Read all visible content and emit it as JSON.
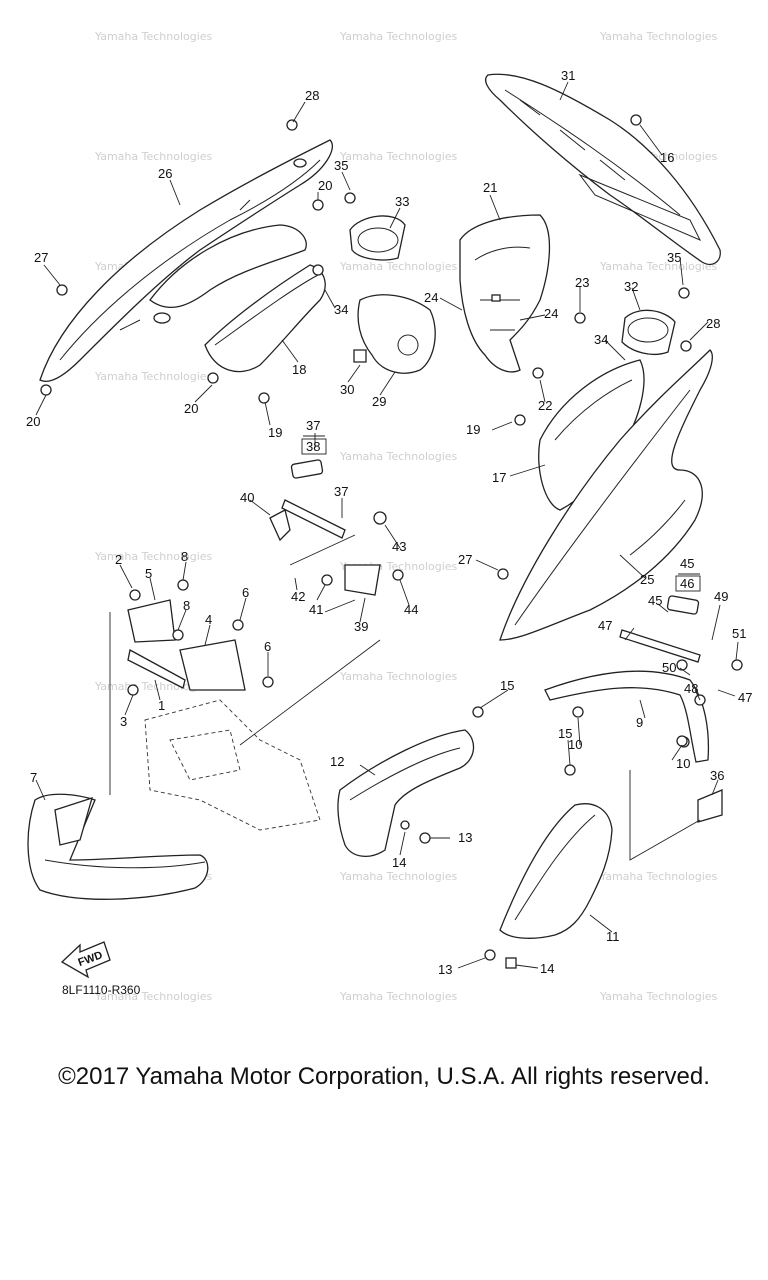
{
  "diagram": {
    "code": "8LF1110-R360",
    "fwd_label": "FWD",
    "watermark": "Yamaha Technologies",
    "callouts": [
      {
        "id": "c1",
        "label": "1"
      },
      {
        "id": "c2",
        "label": "2"
      },
      {
        "id": "c3",
        "label": "3"
      },
      {
        "id": "c4",
        "label": "4"
      },
      {
        "id": "c5",
        "label": "5"
      },
      {
        "id": "c6a",
        "label": "6"
      },
      {
        "id": "c6b",
        "label": "6"
      },
      {
        "id": "c7",
        "label": "7"
      },
      {
        "id": "c8a",
        "label": "8"
      },
      {
        "id": "c8b",
        "label": "8"
      },
      {
        "id": "c9",
        "label": "9"
      },
      {
        "id": "c10a",
        "label": "10"
      },
      {
        "id": "c10b",
        "label": "10"
      },
      {
        "id": "c11",
        "label": "11"
      },
      {
        "id": "c12",
        "label": "12"
      },
      {
        "id": "c13a",
        "label": "13"
      },
      {
        "id": "c13b",
        "label": "13"
      },
      {
        "id": "c14a",
        "label": "14"
      },
      {
        "id": "c14b",
        "label": "14"
      },
      {
        "id": "c15a",
        "label": "15"
      },
      {
        "id": "c15b",
        "label": "15"
      },
      {
        "id": "c16",
        "label": "16"
      },
      {
        "id": "c17",
        "label": "17"
      },
      {
        "id": "c18",
        "label": "18"
      },
      {
        "id": "c19a",
        "label": "19"
      },
      {
        "id": "c19b",
        "label": "19"
      },
      {
        "id": "c20a",
        "label": "20"
      },
      {
        "id": "c20b",
        "label": "20"
      },
      {
        "id": "c20c",
        "label": "20"
      },
      {
        "id": "c21",
        "label": "21"
      },
      {
        "id": "c22",
        "label": "22"
      },
      {
        "id": "c23",
        "label": "23"
      },
      {
        "id": "c24a",
        "label": "24"
      },
      {
        "id": "c24b",
        "label": "24"
      },
      {
        "id": "c25",
        "label": "25"
      },
      {
        "id": "c26",
        "label": "26"
      },
      {
        "id": "c27a",
        "label": "27"
      },
      {
        "id": "c27b",
        "label": "27"
      },
      {
        "id": "c28a",
        "label": "28"
      },
      {
        "id": "c28b",
        "label": "28"
      },
      {
        "id": "c29",
        "label": "29"
      },
      {
        "id": "c30",
        "label": "30"
      },
      {
        "id": "c31",
        "label": "31"
      },
      {
        "id": "c32",
        "label": "32"
      },
      {
        "id": "c33",
        "label": "33"
      },
      {
        "id": "c34a",
        "label": "34"
      },
      {
        "id": "c34b",
        "label": "34"
      },
      {
        "id": "c35a",
        "label": "35"
      },
      {
        "id": "c35b",
        "label": "35"
      },
      {
        "id": "c36",
        "label": "36"
      },
      {
        "id": "c37a",
        "label": "37"
      },
      {
        "id": "c37b",
        "label": "37"
      },
      {
        "id": "c38",
        "label": "38"
      },
      {
        "id": "c39",
        "label": "39"
      },
      {
        "id": "c40",
        "label": "40"
      },
      {
        "id": "c41",
        "label": "41"
      },
      {
        "id": "c42",
        "label": "42"
      },
      {
        "id": "c43",
        "label": "43"
      },
      {
        "id": "c44",
        "label": "44"
      },
      {
        "id": "c45a",
        "label": "45"
      },
      {
        "id": "c45b",
        "label": "45"
      },
      {
        "id": "c46",
        "label": "46"
      },
      {
        "id": "c47a",
        "label": "47"
      },
      {
        "id": "c47b",
        "label": "47"
      },
      {
        "id": "c48",
        "label": "48"
      },
      {
        "id": "c49",
        "label": "49"
      },
      {
        "id": "c50",
        "label": "50"
      },
      {
        "id": "c51",
        "label": "51"
      }
    ]
  },
  "footer": {
    "copyright": "©2017 Yamaha Motor Corporation, U.S.A. All rights reserved."
  }
}
